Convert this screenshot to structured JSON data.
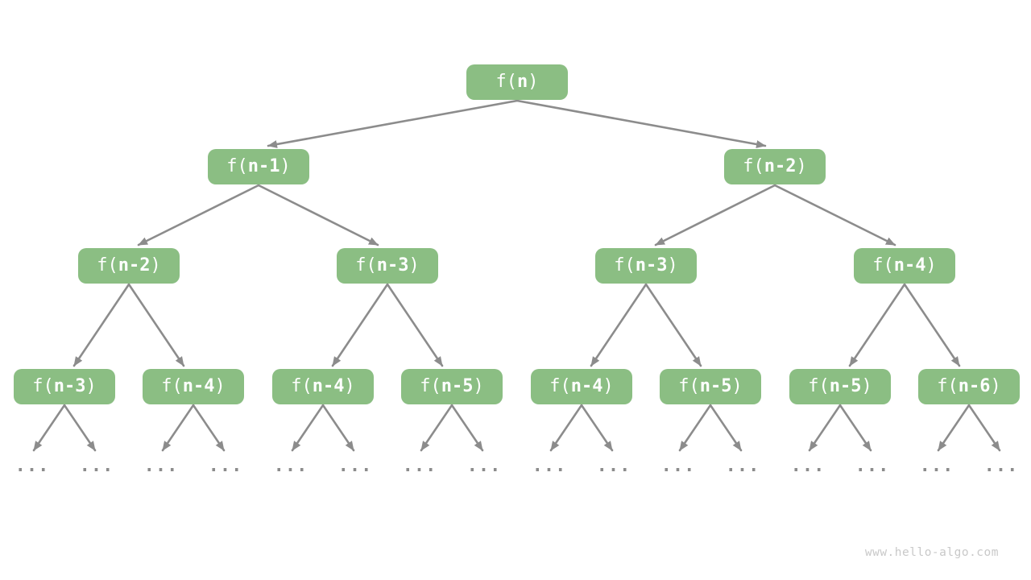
{
  "watermark": "www.hello-algo.com",
  "ellipsis": "...",
  "colors": {
    "background": "#ffffff",
    "node_fill": "#8bbe83",
    "node_text": "#ffffff",
    "arrow": "#8c8c8c",
    "ellipsis": "#8c8c8c",
    "watermark": "#c9c9c9"
  },
  "nodes": [
    {
      "prefix": "f(",
      "arg": "n",
      "suffix": ")",
      "level": 1
    },
    {
      "prefix": "f(",
      "arg": "n-1",
      "suffix": ")",
      "level": 2
    },
    {
      "prefix": "f(",
      "arg": "n-2",
      "suffix": ")",
      "level": 2
    },
    {
      "prefix": "f(",
      "arg": "n-2",
      "suffix": ")",
      "level": 3
    },
    {
      "prefix": "f(",
      "arg": "n-3",
      "suffix": ")",
      "level": 3
    },
    {
      "prefix": "f(",
      "arg": "n-3",
      "suffix": ")",
      "level": 3
    },
    {
      "prefix": "f(",
      "arg": "n-4",
      "suffix": ")",
      "level": 3
    },
    {
      "prefix": "f(",
      "arg": "n-3",
      "suffix": ")",
      "level": 4
    },
    {
      "prefix": "f(",
      "arg": "n-4",
      "suffix": ")",
      "level": 4
    },
    {
      "prefix": "f(",
      "arg": "n-4",
      "suffix": ")",
      "level": 4
    },
    {
      "prefix": "f(",
      "arg": "n-5",
      "suffix": ")",
      "level": 4
    },
    {
      "prefix": "f(",
      "arg": "n-4",
      "suffix": ")",
      "level": 4
    },
    {
      "prefix": "f(",
      "arg": "n-5",
      "suffix": ")",
      "level": 4
    },
    {
      "prefix": "f(",
      "arg": "n-5",
      "suffix": ")",
      "level": 4
    },
    {
      "prefix": "f(",
      "arg": "n-6",
      "suffix": ")",
      "level": 4
    }
  ],
  "edges": [
    [
      0,
      1
    ],
    [
      0,
      2
    ],
    [
      1,
      3
    ],
    [
      1,
      4
    ],
    [
      2,
      5
    ],
    [
      2,
      6
    ],
    [
      3,
      7
    ],
    [
      3,
      8
    ],
    [
      4,
      9
    ],
    [
      4,
      10
    ],
    [
      5,
      11
    ],
    [
      5,
      12
    ],
    [
      6,
      13
    ],
    [
      6,
      14
    ]
  ]
}
